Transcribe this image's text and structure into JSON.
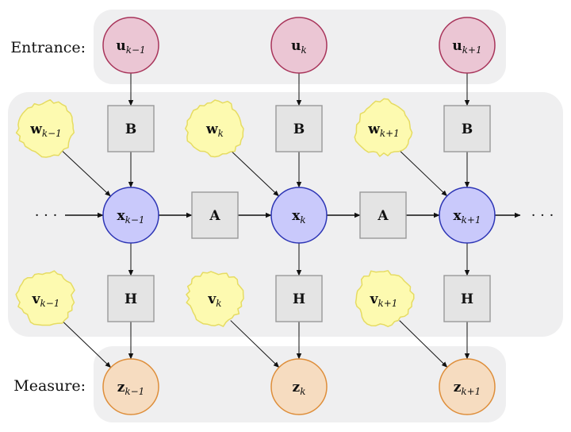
{
  "labels": {
    "entrance": "Entrance:",
    "measure": "Measure:"
  },
  "colors": {
    "panel": "#efeff0",
    "input_fill": "#ebc6d4",
    "input_stroke": "#a8345a",
    "state_fill": "#c9c9fb",
    "state_stroke": "#2d35b5",
    "meas_fill": "#f6dcc0",
    "meas_stroke": "#de8e3a",
    "noise_fill": "#fdfab0",
    "noise_stroke": "#e6dc62",
    "matrix_fill": "#e4e4e4",
    "matrix_stroke": "#999999"
  },
  "ellipsis": "· · ·",
  "matrices": {
    "transition": "A",
    "control": "B",
    "observation": "H"
  },
  "columns": [
    {
      "input": {
        "sym": "u",
        "sub": "k−1"
      },
      "process_noise": {
        "sym": "w",
        "sub": "k−1"
      },
      "state": {
        "sym": "x",
        "sub": "k−1"
      },
      "measurement_noise": {
        "sym": "v",
        "sub": "k−1"
      },
      "measurement": {
        "sym": "z",
        "sub": "k−1"
      }
    },
    {
      "input": {
        "sym": "u",
        "sub": "k"
      },
      "process_noise": {
        "sym": "w",
        "sub": "k"
      },
      "state": {
        "sym": "x",
        "sub": "k"
      },
      "measurement_noise": {
        "sym": "v",
        "sub": "k"
      },
      "measurement": {
        "sym": "z",
        "sub": "k"
      }
    },
    {
      "input": {
        "sym": "u",
        "sub": "k+1"
      },
      "process_noise": {
        "sym": "w",
        "sub": "k+1"
      },
      "state": {
        "sym": "x",
        "sub": "k+1"
      },
      "measurement_noise": {
        "sym": "v",
        "sub": "k+1"
      },
      "measurement": {
        "sym": "z",
        "sub": "k+1"
      }
    }
  ]
}
